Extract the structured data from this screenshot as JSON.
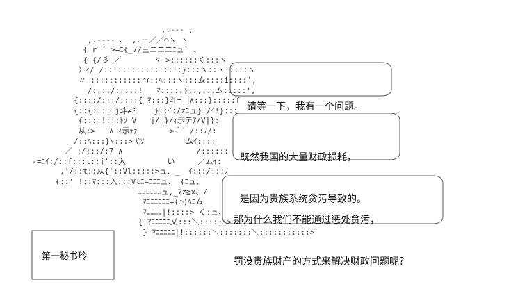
{
  "label": {
    "text": "第一秘书玲"
  },
  "bubbles": [
    {
      "lines": [
        "请等一下，我有一个问题。"
      ]
    },
    {
      "lines": [
        "既然我国的大量财政损耗，",
        "是因为贵族系统贪污导致的。"
      ]
    },
    {
      "lines": [
        "那为什么我们不能通过惩处贪污，",
        "罚没贵族财产的方式来解决财政问题呢？"
      ]
    }
  ],
  "ascii_art": [
    "                                   ,.--- 、",
    "                   ,.-‐-- 、_,.－／／⌒ヽ ヽ",
    "                  { r'´ >=ﾆ{_7/三ニニニﾆュ` 、",
    "                  { {/彡 ／       ヽ >::::::く:::ヽ",
    "                 〉ｨ/_/:::::::::::::::::}:::ヽ::ヽ:::::ヽ",
    "                 〃 :::::::::::rｨ::ﾍ:::ヽ:::ム::::i::::',",
    "                   /::::/:::::!   ﾏ:::::}::,:::ム:::::',",
    "                {::::/:::/::::{ ﾏ:::}斗=＝∧:::}:::::f",
    "                {::{:::::j斗≠ﾐ    }::ｲ:/zﾆュ}:/ｲ!}:::",
    "                 {::::!:::ﾄｿ V   j/ }/ｨ示テｱ/V|}:",
    "                 从:>   λ ｨ示ﾃｧ       >-ﾞ´ /::ﾉ/:",
    "                /::ﾍ:::}\\:::>弋ｿ         ムｲ::::",
    "              ／ :/:::/:7 ∧                /::::::",
    "       -=ﾆｲ:/::f:::t::j'::入         い     ／ムｲ:",
    "             ,'/::t::从{'::Vl:::::>ュ、_  ｲ:::/:::ﾉ",
    "            {::' !::ﾏ:::入:::Vlﾆ=ﾆﾆﾆュ、 {ﾆュ、",
    "                              ﾆﾆﾆﾆﾆﾆュ,_ﾏz≧x、/",
    "                              `ﾏﾆﾆﾆﾆﾆﾆ=(⌒)ﾍﾆム",
    "                               ﾏﾆﾆﾆﾆ|!::::> く:ュ、",
    "                              { ﾏﾆﾆﾆﾆﾆ乂:::＼::::::>:::.",
    "                               } ﾏﾆﾆﾆﾆﾆ|!::::::＼:::::::＼:::::::::::>"
  ]
}
